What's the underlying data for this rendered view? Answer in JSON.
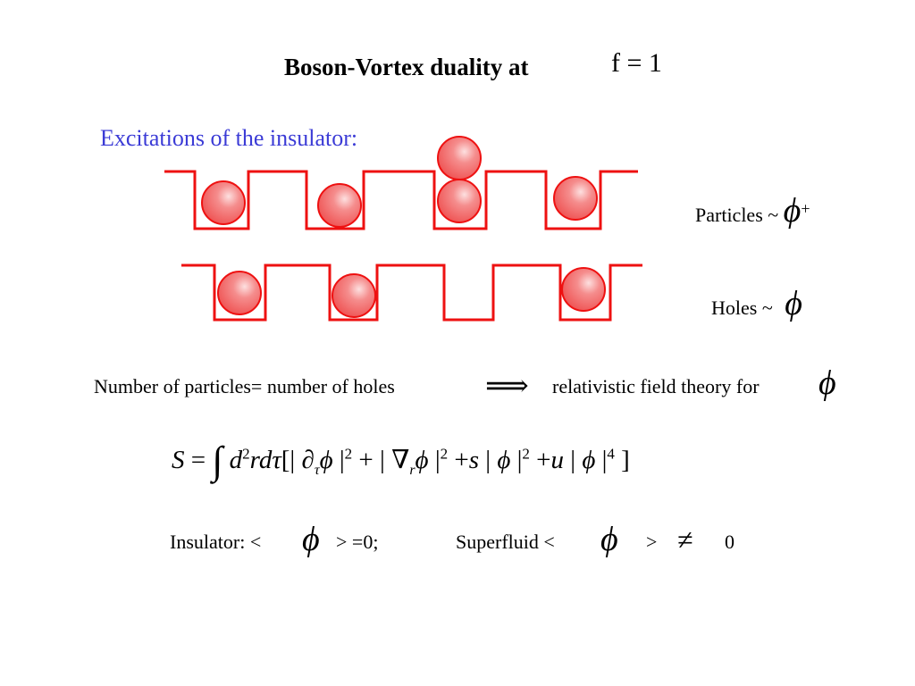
{
  "slide": {
    "title": "Boson-Vortex duality at",
    "title_math": "f = 1",
    "subtitle": "Excitations of the insulator:",
    "particles_label": "Particles ~",
    "particles_symbol": "ϕ",
    "particles_sup": "+",
    "holes_label": "Holes ~",
    "holes_symbol": "ϕ",
    "number_statement": "Number of particles= number of holes",
    "implies_symbol": "⟹",
    "relativistic_statement": "relativistic field theory for",
    "relativistic_symbol": "ϕ",
    "equation": "S = ∫ d²rdτ[|∂τϕ|² + |∇rϕ|² + s|ϕ|² + u|ϕ|⁴]",
    "insulator_label": "Insulator: <",
    "insulator_symbol": "ϕ",
    "insulator_value": "> =0;",
    "superfluid_label": "Superfluid <",
    "superfluid_symbol": "ϕ",
    "superfluid_close": ">",
    "superfluid_neq": "≠",
    "superfluid_value": "0"
  },
  "colors": {
    "lattice": "#ee1111",
    "ball_fill": "#f37878",
    "ball_highlight": "#fde0e0",
    "subtitle": "#3b3bd6"
  }
}
